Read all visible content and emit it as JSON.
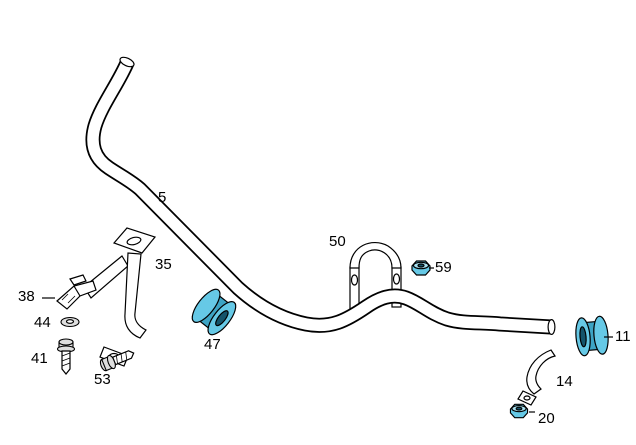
{
  "diagram": {
    "labels": {
      "p5": "5",
      "p35": "35",
      "p38": "38",
      "p44": "44",
      "p41": "41",
      "p53": "53",
      "p47": "47",
      "p50": "50",
      "p59": "59",
      "p11": "11",
      "p14": "14",
      "p20": "20"
    },
    "highlighted_parts": [
      "47",
      "59",
      "11",
      "20"
    ],
    "colors": {
      "highlight": "#66c9e6",
      "highlight_light": "#a9e1f0",
      "highlight_dark": "#3da4c4",
      "hole": "#14546b",
      "metal": "#dedede",
      "line": "#000000",
      "background": "#ffffff"
    }
  }
}
